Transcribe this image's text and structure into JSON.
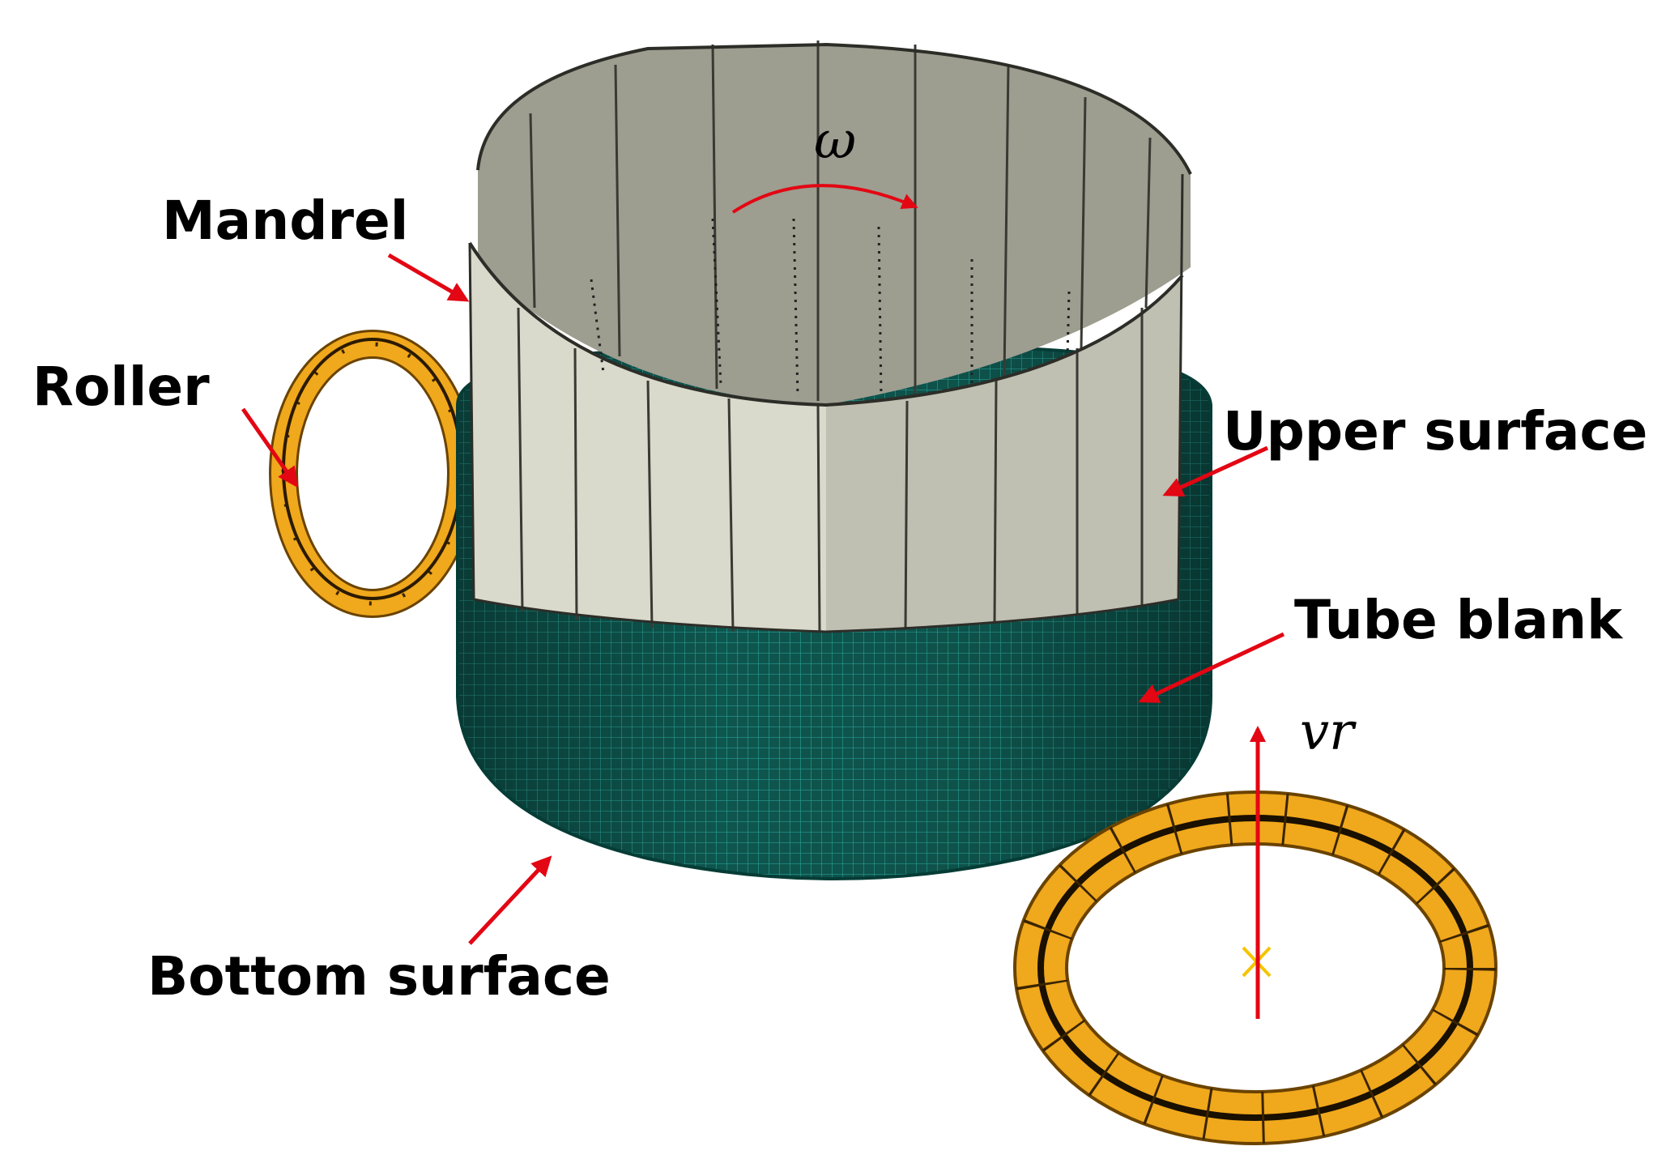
{
  "labels": {
    "mandrel": "Mandrel",
    "roller": "Roller",
    "upper_surface": "Upper surface",
    "tube_blank": "Tube blank",
    "bottom_surface": "Bottom surface",
    "omega": "ω",
    "velocity": "vr"
  },
  "colors": {
    "mandrel_light": "#e4e4d8",
    "mandrel_dark": "#8d8d80",
    "tube_mesh": "#0f5a52",
    "tube_mesh_lines": "#2aa79a",
    "roller_fill": "#f0a81c",
    "roller_edge": "#6a4300",
    "arrow": "#e30613",
    "center_mark": "#f5c400"
  }
}
